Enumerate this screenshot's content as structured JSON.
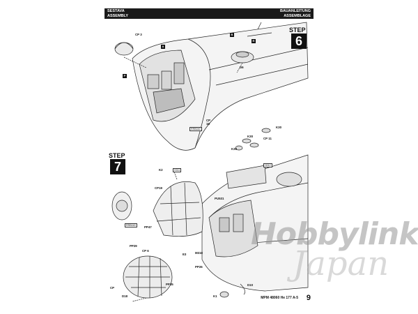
{
  "header": {
    "left_line1": "SESTAVA",
    "left_line2": "ASSEMBLY",
    "right_line1": "BAUANLEITUNG",
    "right_line2": "ASSEMBLAGE"
  },
  "steps": [
    {
      "label": "STEP",
      "number": "6"
    },
    {
      "label": "STEP",
      "number": "7"
    }
  ],
  "step6_parts": {
    "cp3": "CP 3",
    "d6": "D6",
    "cp16": "CP\n16",
    "k30a": "K30",
    "k30b": "K30",
    "k30c": "K30",
    "cp11": "CP 11",
    "box_p": "P",
    "box_r": "R",
    "box_a": "A",
    "box_b": "B",
    "tag1": "RRB040"
  },
  "step7_parts": {
    "k2": "K2",
    "cp19": "CP19",
    "pu531": "PU531",
    "cp6": "CP 6",
    "pp29": "PP29",
    "pp47": "PP47",
    "e3": "E3",
    "d10": "D10",
    "d18": "D18",
    "cp": "CP",
    "k1": "K1",
    "pp26": "PP26",
    "pp35": "PP35",
    "m318": "M318",
    "tag_h": "H011",
    "tag_hb": "H012",
    "tag_rr": "RRB040"
  },
  "footer": {
    "code": "MPM 48060 He 177 A-5",
    "page": "9"
  },
  "watermark": {
    "line1": "Hobbylink",
    "line2": "Japan"
  }
}
